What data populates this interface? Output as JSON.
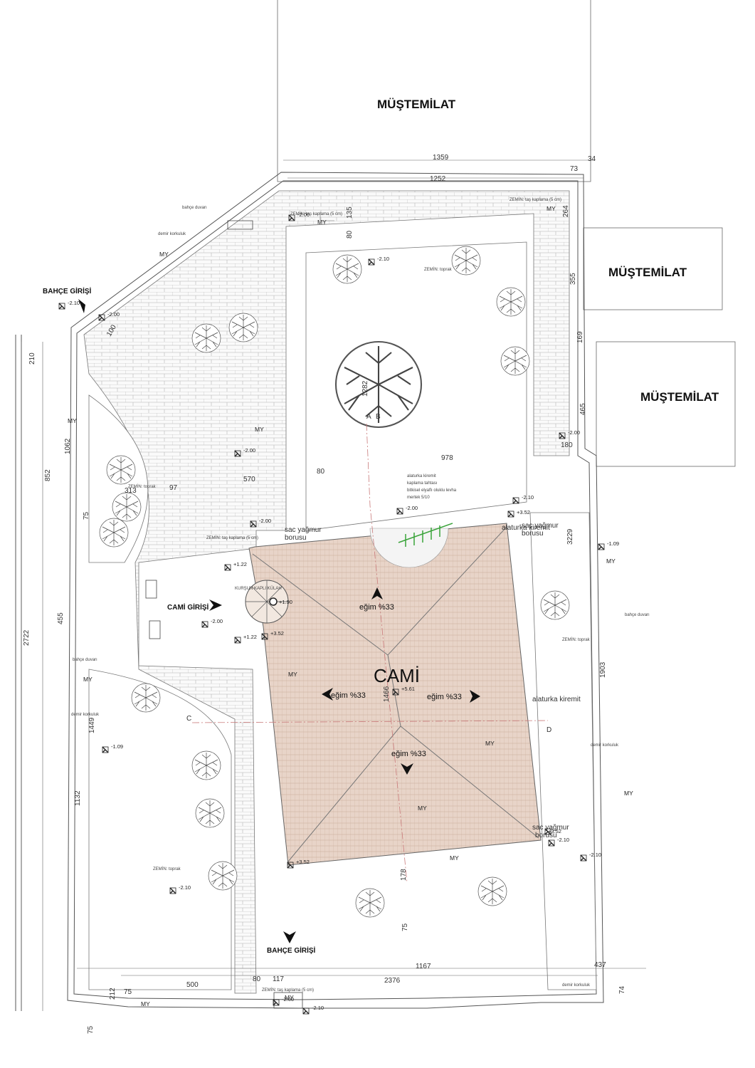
{
  "colors": {
    "roof": "#e7d3c7",
    "line": "#555555",
    "pave": "#bbbbbb",
    "gridline": "#c97a7a",
    "green": "#3aa33a"
  },
  "labels": {
    "mustemilat_top": "MÜŞTEMİLAT",
    "mustemilat_right1": "MÜŞTEMİLAT",
    "mustemilat_right2": "MÜŞTEMİLAT",
    "bahce_girisi_top": "BAHÇE GİRİŞİ",
    "bahce_girisi_bottom": "BAHÇE GİRİŞİ",
    "cami_girisi": "CAMİ GİRİŞİ",
    "cami": "CAMİ",
    "egim_top": "eğim %33",
    "egim_left": "eğim %33",
    "egim_right": "eğim %33",
    "egim_bottom": "eğim %33",
    "alaturka_kiremit_1": "alaturka kiremit",
    "alaturka_kiremit_2": "alaturka kiremit",
    "sac_yagmur_1": "sac yağmur",
    "borusu_1": "borusu",
    "sac_yagmur_2": "sac yağmur",
    "borusu_2": "borusu",
    "sac_yagmur_3": "sac yağmur",
    "borusu_3": "borusu",
    "note_1": "alaturka kiremit",
    "note_2": "kaplama tahtası",
    "note_3": "bitkisel elyaflı oluklu levha",
    "note_4": "mertek 5/10",
    "zemin_toprak_1": "ZEMİN: toprak",
    "zemin_toprak_2": "ZEMİN: toprak",
    "zemin_toprak_3": "ZEMİN: toprak",
    "zemin_toprak_4": "ZEMİN: toprak",
    "zemin_tas_1": "ZEMİN: taş kaplama (5 cm)",
    "zemin_tas_2": "ZEMİN: taş kaplama (5 cm)",
    "zemin_tas_3": "ZEMİN: taş kaplama (5 cm)",
    "zemin_tas_4": "ZEMİN: taş kaplama (5 cm)",
    "kursun_kapli": "KURŞUN KAPLI KÜLAH",
    "bahce_duvari_1": "bahçe duvarı",
    "bahce_duvari_2": "bahçe duvarı",
    "bahce_duvari_3": "bahçe duvarı",
    "demir_korkuluk_1": "demir korkuluk",
    "demir_korkuluk_2": "demir korkuluk",
    "demir_korkuluk_3": "demir korkuluk",
    "demir_korkuluk_4": "demir korkuluk",
    "section_a": "A",
    "section_b": "B",
    "section_c": "C",
    "section_d": "D"
  },
  "my": [
    "MY",
    "MY",
    "MY",
    "MY",
    "MY",
    "MY",
    "MY",
    "MY",
    "MY",
    "MY",
    "MY",
    "MY",
    "MY",
    "MY"
  ],
  "levels": [
    "-2.10",
    "-2.00",
    "-2.00",
    "-2.10",
    "-2.00",
    "-2.00",
    "-2.10",
    "+3.52",
    "-1.09",
    "-2.00",
    "+1.22",
    "+1.22",
    "+3.52",
    "+5.61",
    "-2.00",
    "-1.09",
    "+3.52",
    "-2.10",
    "-2.10",
    "+3.52",
    "-2.10",
    "-2.00",
    "-2.10",
    "-2.00",
    "+1.90"
  ],
  "dims": {
    "d1359": "1359",
    "d34": "34",
    "d73": "73",
    "d1252": "1252",
    "d264": "264",
    "d135": "135",
    "d80a": "80",
    "d355": "355",
    "d169": "169",
    "d465": "465",
    "d180": "180",
    "d978": "978",
    "d1282": "1282",
    "d3229": "3229",
    "d1903": "1903",
    "d100": "100",
    "d210": "210",
    "d1062": "1062",
    "d852": "852",
    "d75a": "75",
    "d313": "313",
    "d97": "97",
    "d570": "570",
    "d80b": "80",
    "d455": "455",
    "d2722": "2722",
    "d1449": "1449",
    "d1132": "1132",
    "d212": "212",
    "d75b": "75",
    "d1466": "1466",
    "d178": "178",
    "d75c": "75",
    "d74": "74",
    "d437": "437",
    "d1167": "1167",
    "d75d": "75",
    "d500": "500",
    "d80c": "80",
    "d117": "117",
    "d2376": "2376"
  }
}
